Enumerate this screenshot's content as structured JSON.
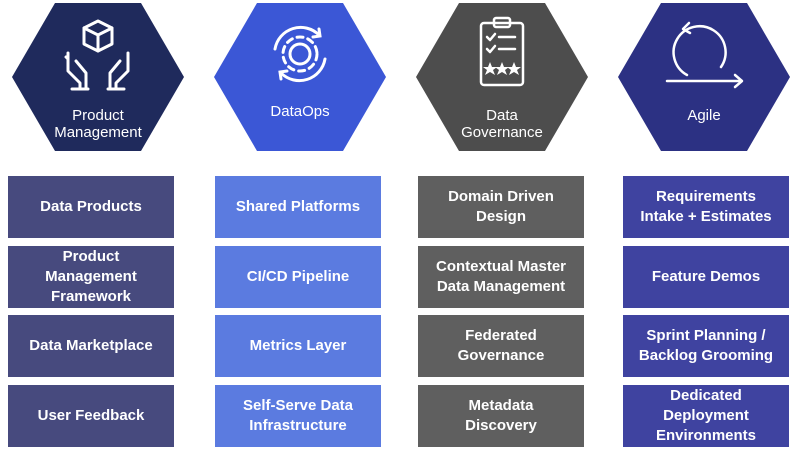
{
  "colors": {
    "product": "#1f2a5c",
    "product_box": "#474a7e",
    "dataops": "#3b57d6",
    "dataops_box": "#5b7be0",
    "governance": "#4d4d4d",
    "governance_box": "#5f5f5f",
    "agile": "#2c3183",
    "agile_box": "#3f43a0"
  },
  "columns": [
    {
      "title": "Product\nManagement",
      "icon": "hands-box-icon",
      "items": [
        "Data Products",
        "Product\nManagement\nFramework",
        "Data Marketplace",
        "User Feedback"
      ]
    },
    {
      "title": "DataOps",
      "icon": "gear-cycle-icon",
      "items": [
        "Shared Platforms",
        "CI/CD Pipeline",
        "Metrics Layer",
        "Self-Serve Data\nInfrastructure"
      ]
    },
    {
      "title": "Data\nGovernance",
      "icon": "clipboard-checklist-icon",
      "items": [
        "Domain Driven\nDesign",
        "Contextual Master\nData Management",
        "Federated\nGovernance",
        "Metadata\nDiscovery"
      ]
    },
    {
      "title": "Agile",
      "icon": "agile-loop-icon",
      "items": [
        "Requirements\nIntake + Estimates",
        "Feature Demos",
        "Sprint Planning /\nBacklog Grooming",
        "Dedicated\nDeployment\nEnvironments"
      ]
    }
  ]
}
